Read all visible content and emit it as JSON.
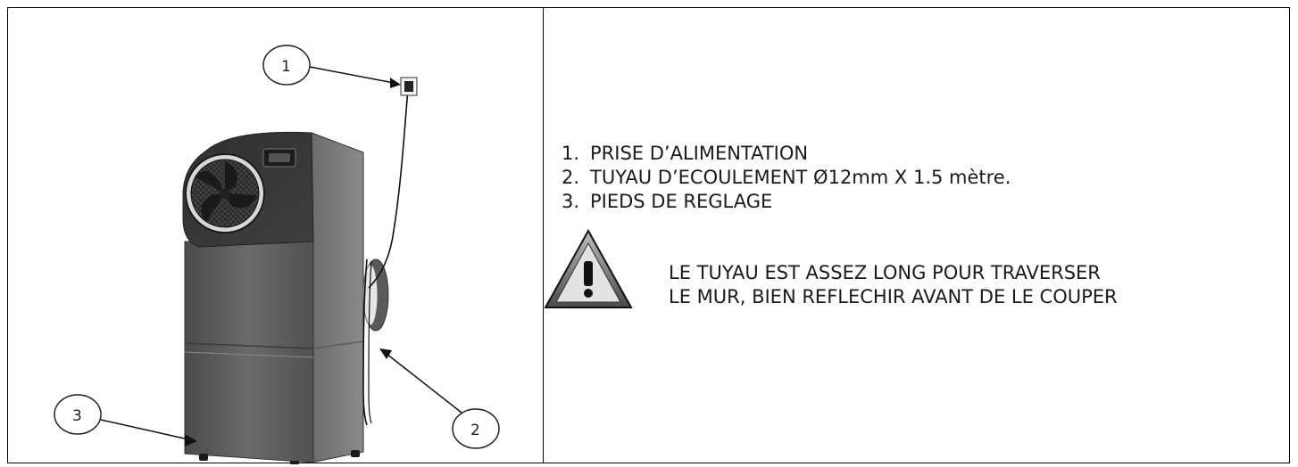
{
  "figure": {
    "callouts": [
      {
        "number": "1",
        "target": "power-socket"
      },
      {
        "number": "2",
        "target": "drain-hose"
      },
      {
        "number": "3",
        "target": "adjustable-feet"
      }
    ],
    "unit_color": "#555555",
    "fan_icon": "fan-icon"
  },
  "legend": {
    "items": [
      {
        "num": "1.",
        "label": "PRISE D’ALIMENTATION"
      },
      {
        "num": "2.",
        "label": "TUYAU D’ECOULEMENT Ø12mm X 1.5 mètre."
      },
      {
        "num": "3.",
        "label": "PIEDS DE REGLAGE"
      }
    ]
  },
  "warning": {
    "icon": "warning-triangle-icon",
    "line1": "LE TUYAU EST ASSEZ LONG POUR TRAVERSER",
    "line2": "LE MUR, BIEN REFLECHIR AVANT DE LE COUPER"
  }
}
